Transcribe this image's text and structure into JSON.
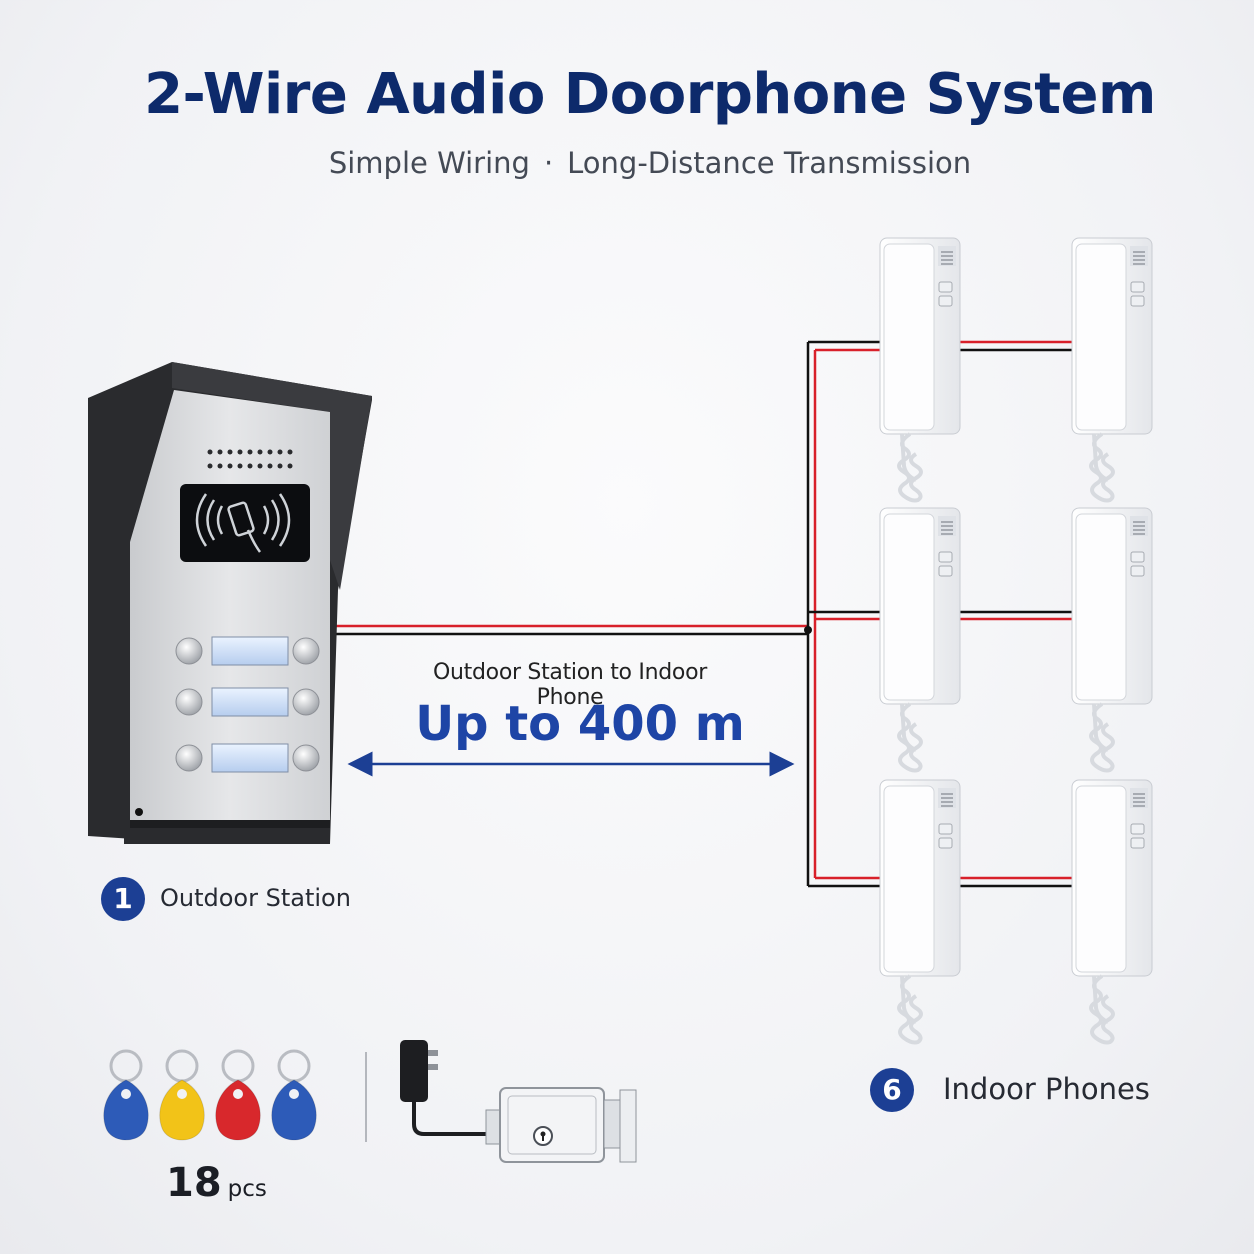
{
  "header": {
    "title": "2-Wire Audio Doorphone System",
    "subtitle_left": "Simple Wiring",
    "subtitle_sep": "·",
    "subtitle_right": "Long-Distance Transmission"
  },
  "distance": {
    "caption": "Outdoor Station to Indoor Phone",
    "value": "Up to 400 m"
  },
  "outdoor": {
    "number": "1",
    "label": "Outdoor Station"
  },
  "indoor": {
    "number": "6",
    "label": "Indoor Phones"
  },
  "accessories": {
    "tag_count": "18",
    "tag_unit": "pcs",
    "tag_colors": [
      "#2d5bb8",
      "#f2c318",
      "#d8282c",
      "#2d5bb8"
    ]
  },
  "colors": {
    "title": "#0d2a6b",
    "accent": "#1e45a6",
    "wire_red": "#d8202a",
    "wire_black": "#111111"
  }
}
